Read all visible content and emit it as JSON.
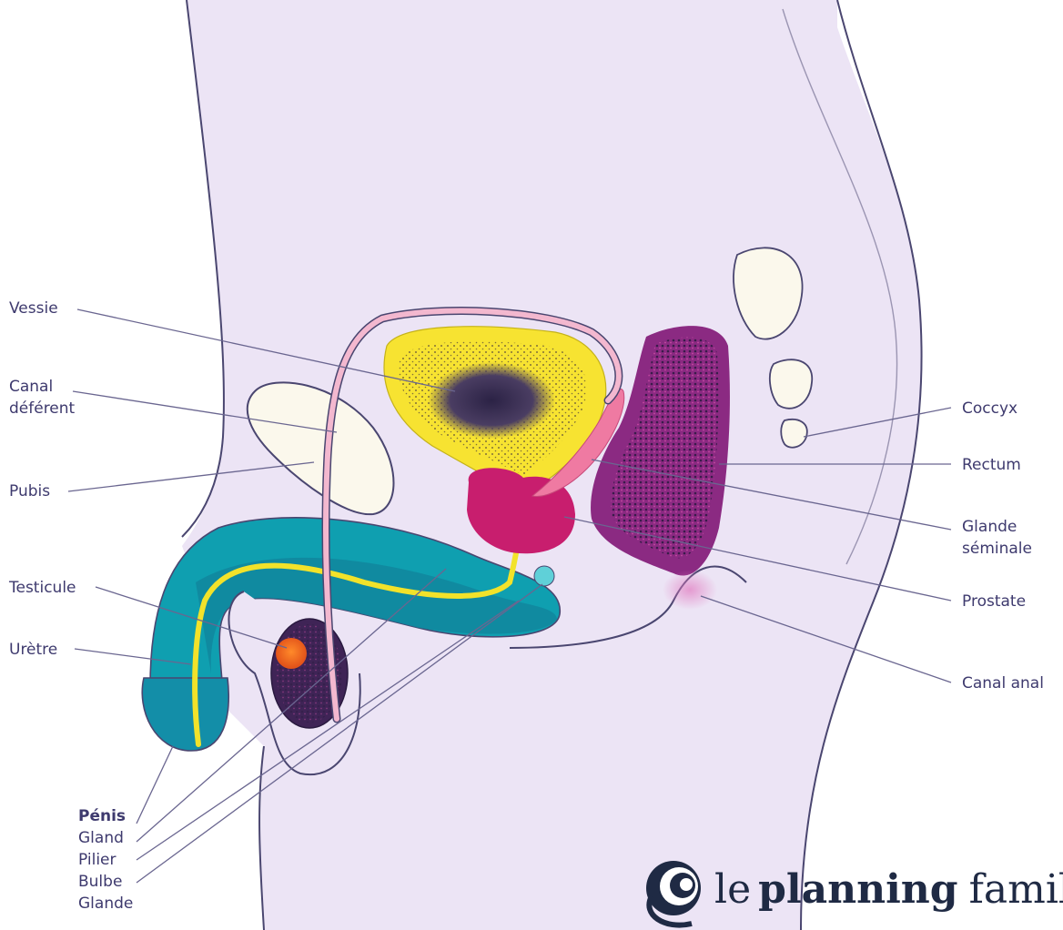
{
  "labels": {
    "vessie": "Vessie",
    "canal_deferent_1": "Canal",
    "canal_deferent_2": "déférent",
    "pubis": "Pubis",
    "testicule": "Testicule",
    "uretre": "Urètre",
    "penis": "Pénis",
    "gland": "Gland",
    "pilier": "Pilier",
    "bulbe": "Bulbe",
    "glande": "Glande",
    "coccyx": "Coccyx",
    "rectum": "Rectum",
    "glande_seminale_1": "Glande",
    "glande_seminale_2": "séminale",
    "prostate": "Prostate",
    "canal_anal": "Canal anal"
  },
  "logo": {
    "word1": "le",
    "word2": "planning",
    "word3": "familia"
  },
  "colors": {
    "body_fill": "#ece4f5",
    "outline": "#4a4670",
    "bladder_yellow": "#f7e331",
    "bladder_center": "#3a2e52",
    "prostate_magenta": "#c81e6e",
    "penis_teal": "#0f9fb0",
    "penis_teal_dark": "#11869e",
    "urethra_yellow": "#f2e22a",
    "testicle_purple": "#3f2456",
    "testicle_orange": "#f2701c",
    "rectum_purple": "#8b2a82",
    "rectum_dark": "#3a2454",
    "vas_deferens_pink": "#f3b8cf",
    "seminal_pink": "#ef7aa2",
    "bone_cream": "#fbf8ec",
    "logo_navy": "#1f2a44"
  }
}
